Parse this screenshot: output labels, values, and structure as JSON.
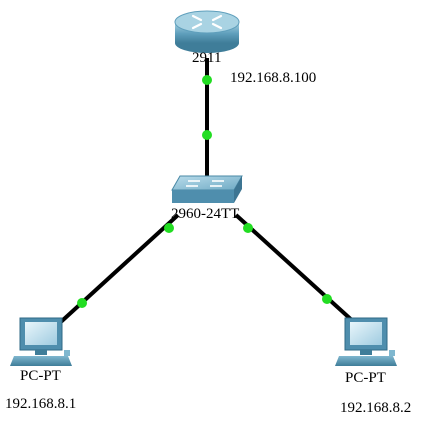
{
  "devices": {
    "router": {
      "model": "2911",
      "ip": "192.168.8.100"
    },
    "switch": {
      "model": "2960-24TT"
    },
    "pc_left": {
      "type": "PC-PT",
      "ip": "192.168.8.1"
    },
    "pc_right": {
      "type": "PC-PT",
      "ip": "192.168.8.2"
    }
  },
  "style": {
    "link_color": "#000000",
    "port_status_color": "#22dd22",
    "device_color": "#5aa0be"
  }
}
